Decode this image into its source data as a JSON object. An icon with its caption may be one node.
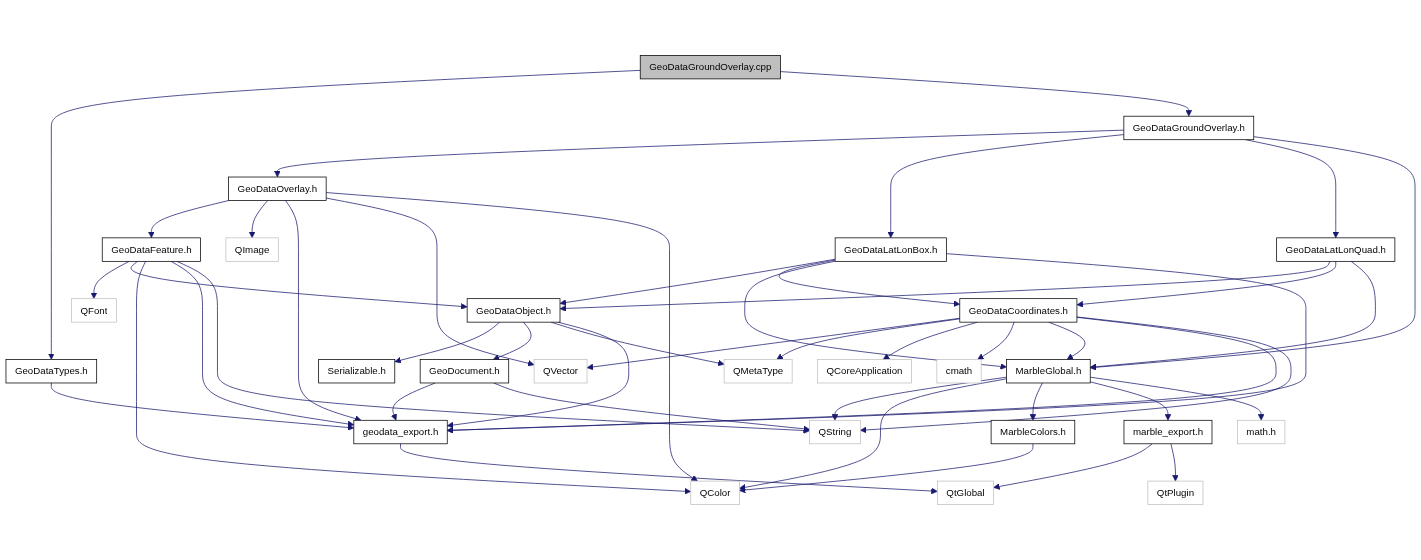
{
  "diagram": {
    "nodes": [
      {
        "text": [
          "GeoDataGroundOverlay.cpp"
        ]
      },
      {
        "text": [
          "GeoDataGroundOverlay.h"
        ]
      },
      {
        "text": [
          "GeoDataTypes.h"
        ]
      },
      {
        "text": [
          "GeoDataOverlay.h"
        ]
      },
      {
        "text": [
          "GeoDataFeature.h"
        ]
      },
      {
        "text": [
          "QImage"
        ]
      },
      {
        "text": [
          "GeoDataLatLonBox.h"
        ]
      },
      {
        "text": [
          "GeoDataLatLonQuad.h"
        ]
      },
      {
        "text": [
          "QFont"
        ]
      },
      {
        "text": [
          "GeoDataObject.h"
        ]
      },
      {
        "text": [
          "GeoDataCoordinates.h"
        ]
      },
      {
        "text": [
          "Serializable.h"
        ]
      },
      {
        "text": [
          "QVector"
        ]
      },
      {
        "text": [
          "GeoDocument.h"
        ]
      },
      {
        "text": [
          "QMetaType"
        ]
      },
      {
        "text": [
          "QCoreApplication"
        ]
      },
      {
        "text": [
          "cmath"
        ]
      },
      {
        "text": [
          "MarbleGlobal.h"
        ]
      },
      {
        "text": [
          "geodata_export.h"
        ]
      },
      {
        "text": [
          "QString"
        ]
      },
      {
        "text": [
          "MarbleColors.h"
        ]
      },
      {
        "text": [
          "marble_export.h"
        ]
      },
      {
        "text": [
          "math.h"
        ]
      },
      {
        "text": [
          "QColor"
        ]
      },
      {
        "text": [
          "QtGlobal"
        ]
      },
      {
        "text": [
          "QtPlugin"
        ]
      }
    ],
    "edges": [
      {
        "from": 0,
        "to": 2,
        "arrow": "to"
      },
      {
        "from": 0,
        "to": 1,
        "arrow": "to"
      },
      {
        "from": 1,
        "to": 3,
        "arrow": "to"
      },
      {
        "from": 1,
        "to": 6,
        "arrow": "to"
      },
      {
        "from": 1,
        "to": 7,
        "arrow": "to"
      },
      {
        "from": 1,
        "to": 17,
        "arrow": "to"
      },
      {
        "from": 2,
        "to": 18,
        "arrow": "to"
      },
      {
        "from": 3,
        "to": 4,
        "arrow": "to"
      },
      {
        "from": 3,
        "to": 5,
        "arrow": "to"
      },
      {
        "from": 3,
        "to": 18,
        "arrow": "to"
      },
      {
        "from": 3,
        "to": 12,
        "arrow": "to"
      },
      {
        "from": 3,
        "to": 23,
        "arrow": "to"
      },
      {
        "from": 4,
        "to": 8,
        "arrow": "to"
      },
      {
        "from": 4,
        "to": 9,
        "arrow": "to"
      },
      {
        "from": 4,
        "to": 23,
        "arrow": "to"
      },
      {
        "from": 4,
        "to": 18,
        "arrow": "to"
      },
      {
        "from": 4,
        "to": 19,
        "arrow": "to"
      },
      {
        "from": 6,
        "to": 9,
        "arrow": "to"
      },
      {
        "from": 6,
        "to": 10,
        "arrow": "to"
      },
      {
        "from": 6,
        "to": 17,
        "arrow": "to"
      },
      {
        "from": 6,
        "to": 18,
        "arrow": "to"
      },
      {
        "from": 7,
        "to": 9,
        "arrow": "to"
      },
      {
        "from": 7,
        "to": 10,
        "arrow": "to"
      },
      {
        "from": 7,
        "to": 17,
        "arrow": "to"
      },
      {
        "from": 9,
        "to": 11,
        "arrow": "to"
      },
      {
        "from": 9,
        "to": 13,
        "arrow": "to"
      },
      {
        "from": 9,
        "to": 14,
        "arrow": "to"
      },
      {
        "from": 9,
        "to": 18,
        "arrow": "to"
      },
      {
        "from": 10,
        "to": 12,
        "arrow": "to"
      },
      {
        "from": 10,
        "to": 14,
        "arrow": "to"
      },
      {
        "from": 10,
        "to": 15,
        "arrow": "to"
      },
      {
        "from": 10,
        "to": 16,
        "arrow": "to"
      },
      {
        "from": 10,
        "to": 17,
        "arrow": "to"
      },
      {
        "from": 10,
        "to": 18,
        "arrow": "to"
      },
      {
        "from": 10,
        "to": 19,
        "arrow": "to"
      },
      {
        "from": 13,
        "to": 18,
        "arrow": "to"
      },
      {
        "from": 13,
        "to": 19,
        "arrow": "to"
      },
      {
        "from": 17,
        "to": 19,
        "arrow": "to"
      },
      {
        "from": 17,
        "to": 23,
        "arrow": "to"
      },
      {
        "from": 17,
        "to": 20,
        "arrow": "to"
      },
      {
        "from": 17,
        "to": 21,
        "arrow": "to"
      },
      {
        "from": 17,
        "to": 22,
        "arrow": "to"
      },
      {
        "from": 18,
        "to": 24,
        "arrow": "to"
      },
      {
        "from": 20,
        "to": 23,
        "arrow": "to"
      },
      {
        "from": 21,
        "to": 24,
        "arrow": "to"
      },
      {
        "from": 21,
        "to": 25,
        "arrow": "to"
      }
    ]
  }
}
